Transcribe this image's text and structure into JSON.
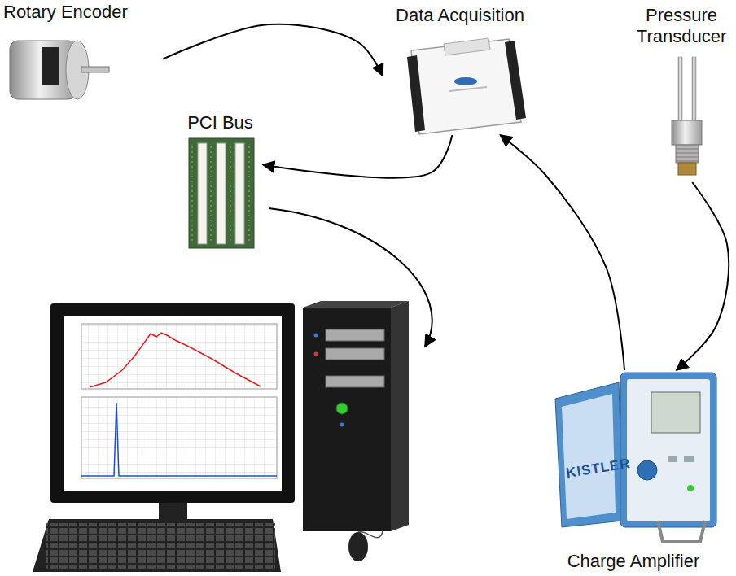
{
  "diagram": {
    "nodes": [
      {
        "text": [
          "Rotary Encoder"
        ]
      },
      {
        "text": [
          "Data Acquisition"
        ]
      },
      {
        "text": [
          "Pressure Transducer"
        ]
      },
      {
        "text": [
          "PCI Bus"
        ]
      },
      {
        "text": [
          "Charge Amplifier"
        ]
      }
    ],
    "edges": [
      {
        "from": 0,
        "to": 1,
        "arrow": "to"
      },
      {
        "from": 1,
        "to": 3,
        "arrow": "to"
      },
      {
        "from": 2,
        "to": 4,
        "arrow": "to"
      },
      {
        "from": 4,
        "to": 1,
        "arrow": "to"
      }
    ],
    "labels": [
      "KISTLER"
    ]
  }
}
